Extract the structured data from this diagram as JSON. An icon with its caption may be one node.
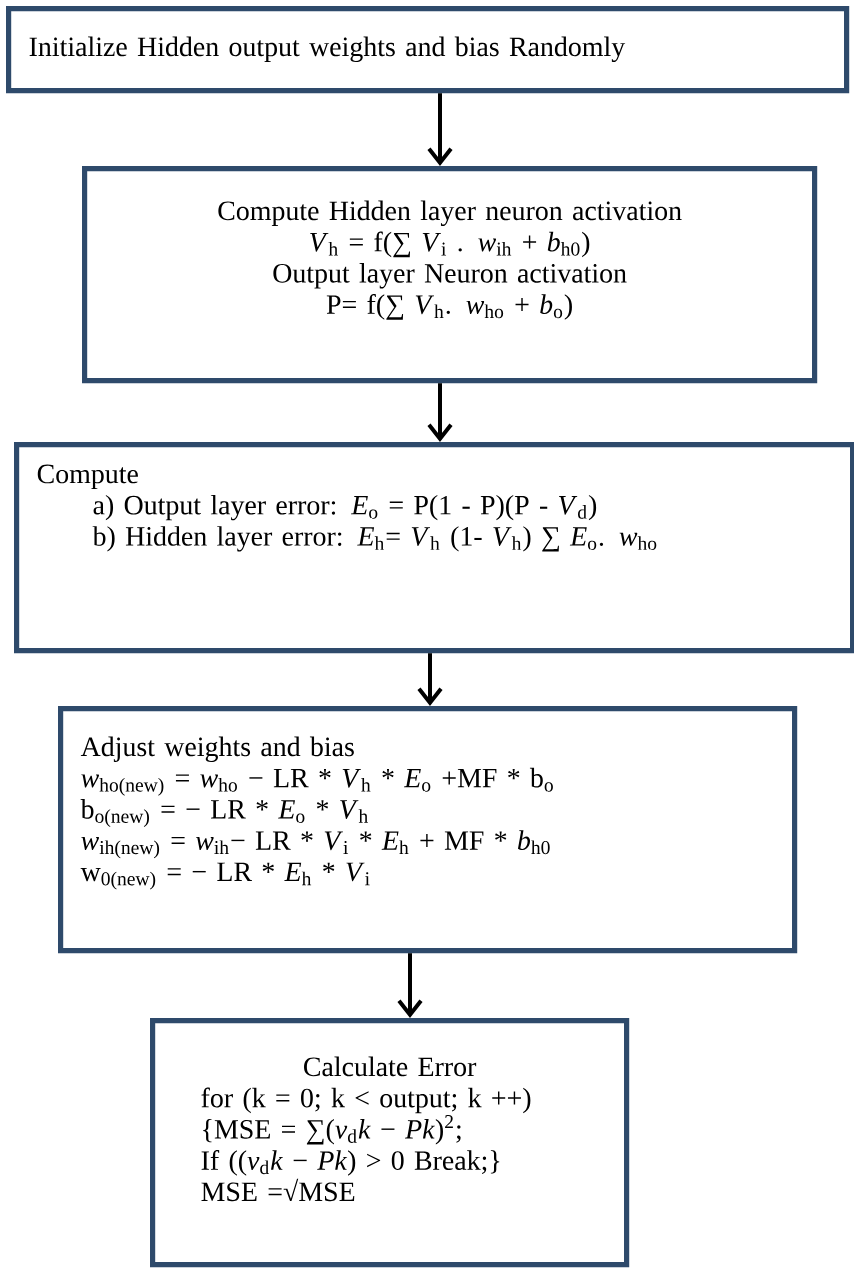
{
  "diagram": {
    "nodes": [
      {
        "text": [
          "Initialize Hidden output weights and bias Randomly"
        ]
      },
      {
        "text": [
          "Compute Hidden layer neuron activation",
          "*V*$_{h}$ = f(∑ *V*$_{i}$ . *w*$_{ih}$ + *b*$_{h0}$)",
          "Output layer Neuron activation",
          "P= f(∑ *V*$_{h}$. *w*$_{ho}$ + *b*$_{o}$)"
        ]
      },
      {
        "text": [
          "Compute",
          "a)  Output layer error:  *E*$_{o}$ = P(1 - P)(P - *V*$_{d}$)",
          "b)  Hidden layer error: *E*$_{h}$= *V*$_{h}$ (1- *V*$_{h}$) ∑ *E*$_{o}$. *w*$_{ho}$"
        ]
      },
      {
        "text": [
          "Adjust weights and bias",
          "*w*$_{ho(new)}$ = *w*$_{ho}$ − LR *  *V*$_{h}$ * *E*$_{o}$ +MF * b$_{o}$",
          "b$_{o(new)}$ = − LR * *E*$_{o}$ *  *V*$_{h}$",
          "*w*$_{ih(new)}$ = *w*$_{ih}$− LR * *V*$_{i}$ * *E*$_{h}$ + MF * *b*$_{h0}$",
          "w$_{0(new)}$ = − LR * *E*$_{h}$ * *V*$_{i}$"
        ]
      },
      {
        "text": [
          "Calculate Error",
          "for (k = 0; k < output; k ++)",
          "{MSE = ∑(*v*$_{d}$*k* − *Pk*)$^{2}$;",
          "If ((*v*$_{d}$*k* − *Pk*) > 0 Break;}",
          "MSE =√MSE"
        ]
      }
    ],
    "edges": [
      {
        "from": 0,
        "to": 1,
        "arrow": "to"
      },
      {
        "from": 1,
        "to": 2,
        "arrow": "to"
      },
      {
        "from": 2,
        "to": 3,
        "arrow": "to"
      },
      {
        "from": 3,
        "to": 4,
        "arrow": "to"
      }
    ]
  }
}
